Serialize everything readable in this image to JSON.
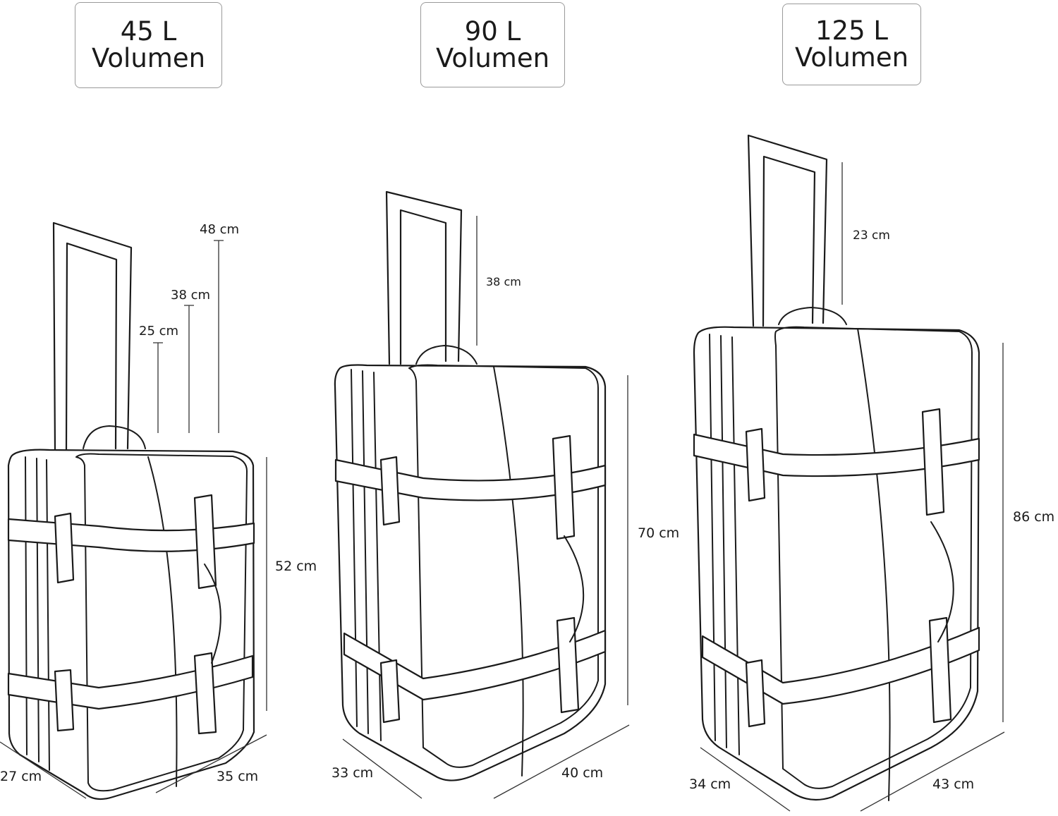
{
  "suitcases": [
    {
      "volume": {
        "number_label": "45 L",
        "word": "Volumen"
      },
      "height_label": "52 cm",
      "depth_label": "27 cm",
      "width_label": "35 cm",
      "handle_labels": [
        "48 cm",
        "38 cm",
        "25 cm"
      ]
    },
    {
      "volume": {
        "number_label": "90 L",
        "word": "Volumen"
      },
      "height_label": "70 cm",
      "depth_label": "33 cm",
      "width_label": "40 cm",
      "handle_labels": [
        "38 cm"
      ]
    },
    {
      "volume": {
        "number_label": "125 L",
        "word": "Volumen"
      },
      "height_label": "86 cm",
      "depth_label": "34 cm",
      "width_label": "43 cm",
      "handle_labels": [
        "23 cm"
      ]
    }
  ]
}
